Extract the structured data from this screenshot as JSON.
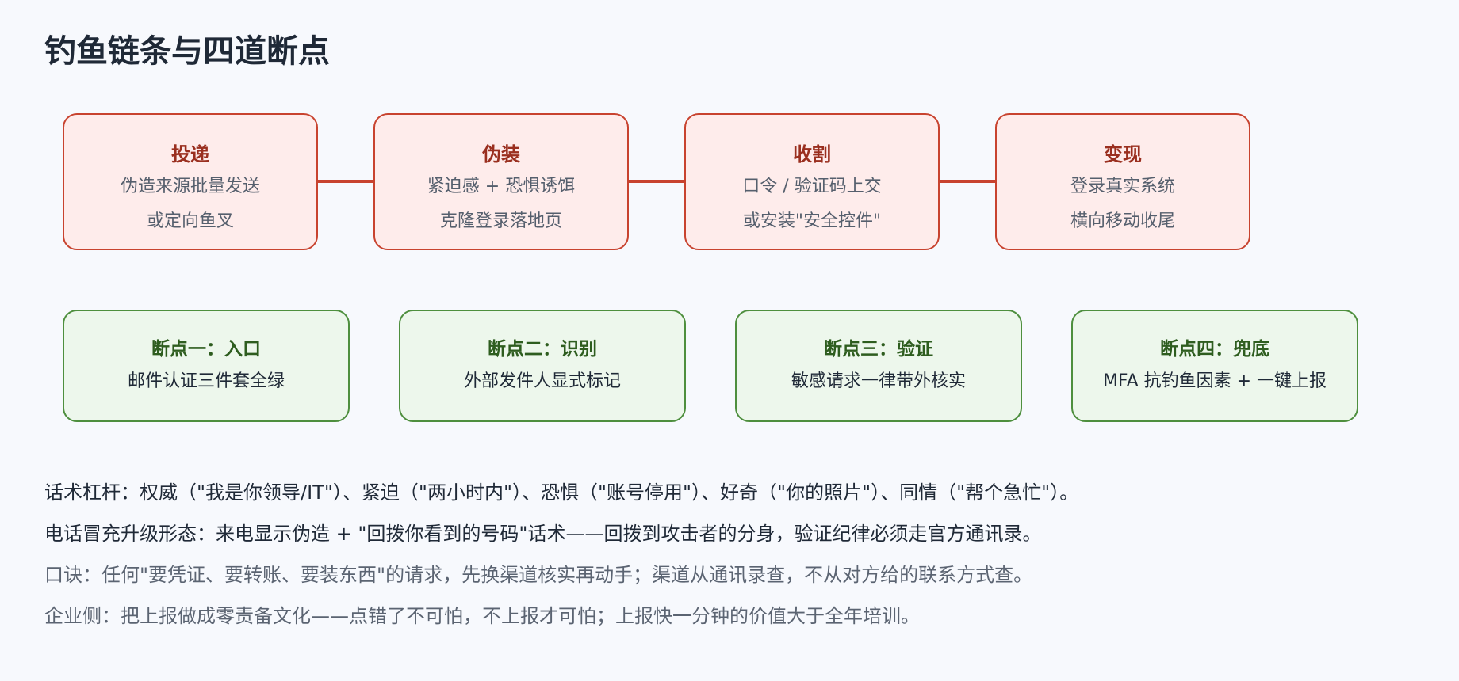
{
  "title": "钓鱼链条与四道断点",
  "chain": [
    {
      "title": "投递",
      "lines": [
        "伪造来源批量发送",
        "或定向鱼叉"
      ]
    },
    {
      "title": "伪装",
      "lines": [
        "紧迫感 + 恐惧诱饵",
        "克隆登录落地页"
      ]
    },
    {
      "title": "收割",
      "lines": [
        "口令 / 验证码上交",
        "或安装\"安全控件\""
      ]
    },
    {
      "title": "变现",
      "lines": [
        "登录真实系统",
        "横向移动收尾"
      ]
    }
  ],
  "breakpoints": [
    {
      "title": "断点一：入口",
      "desc": "邮件认证三件套全绿"
    },
    {
      "title": "断点二：识别",
      "desc": "外部发件人显式标记"
    },
    {
      "title": "断点三：验证",
      "desc": "敏感请求一律带外核实"
    },
    {
      "title": "断点四：兜底",
      "desc": "MFA 抗钓鱼因素 + 一键上报"
    }
  ],
  "notes": [
    "话术杠杆：权威（\"我是你领导/IT\"）、紧迫（\"两小时内\"）、恐惧（\"账号停用\"）、好奇（\"你的照片\"）、同情（\"帮个急忙\"）。",
    "电话冒充升级形态：来电显示伪造 + \"回拨你看到的号码\"话术——回拨到攻击者的分身，验证纪律必须走官方通讯录。",
    "口诀：任何\"要凭证、要转账、要装东西\"的请求，先换渠道核实再动手；渠道从通讯录查，不从对方给的联系方式查。",
    "企业侧：把上报做成零责备文化——点错了不可怕，不上报才可怕；上报快一分钟的价值大于全年培训。"
  ],
  "colors": {
    "chain_border": "#c8432f",
    "chain_fill": "#feeceb",
    "breakpoint_border": "#4e8f3e",
    "breakpoint_fill": "#edf7ec"
  }
}
